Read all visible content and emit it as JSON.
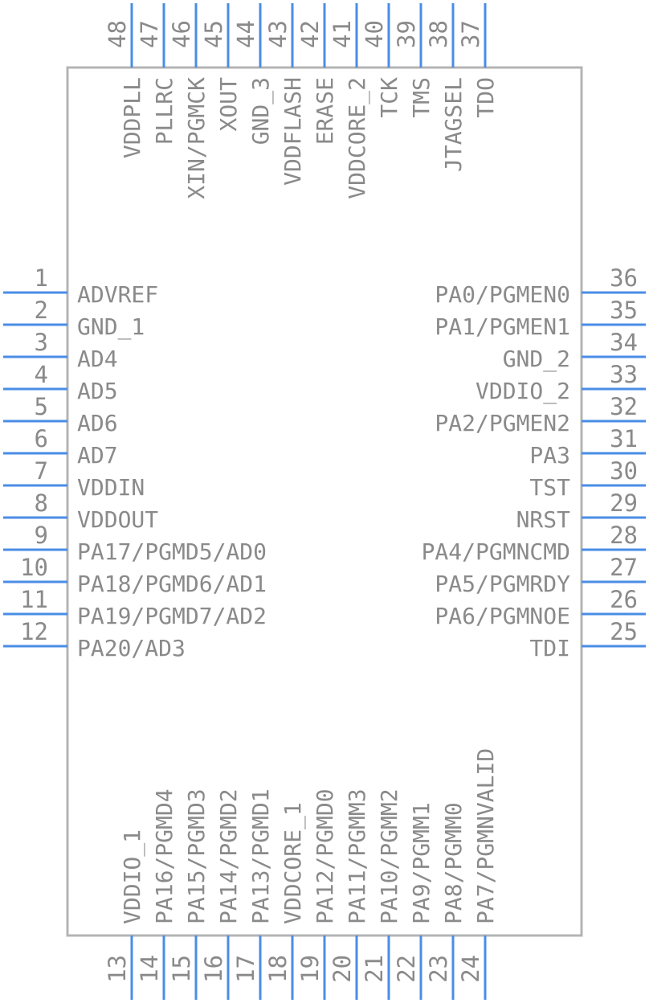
{
  "chip": {
    "left_pins": [
      {
        "num": "1",
        "name": "ADVREF"
      },
      {
        "num": "2",
        "name": "GND_1"
      },
      {
        "num": "3",
        "name": "AD4"
      },
      {
        "num": "4",
        "name": "AD5"
      },
      {
        "num": "5",
        "name": "AD6"
      },
      {
        "num": "6",
        "name": "AD7"
      },
      {
        "num": "7",
        "name": "VDDIN"
      },
      {
        "num": "8",
        "name": "VDDOUT"
      },
      {
        "num": "9",
        "name": "PA17/PGMD5/AD0"
      },
      {
        "num": "10",
        "name": "PA18/PGMD6/AD1"
      },
      {
        "num": "11",
        "name": "PA19/PGMD7/AD2"
      },
      {
        "num": "12",
        "name": "PA20/AD3"
      }
    ],
    "bottom_pins": [
      {
        "num": "13",
        "name": "VDDIO_1"
      },
      {
        "num": "14",
        "name": "PA16/PGMD4"
      },
      {
        "num": "15",
        "name": "PA15/PGMD3"
      },
      {
        "num": "16",
        "name": "PA14/PGMD2"
      },
      {
        "num": "17",
        "name": "PA13/PGMD1"
      },
      {
        "num": "18",
        "name": "VDDCORE_1"
      },
      {
        "num": "19",
        "name": "PA12/PGMD0"
      },
      {
        "num": "20",
        "name": "PA11/PGMM3"
      },
      {
        "num": "21",
        "name": "PA10/PGMM2"
      },
      {
        "num": "22",
        "name": "PA9/PGMM1"
      },
      {
        "num": "23",
        "name": "PA8/PGMM0"
      },
      {
        "num": "24",
        "name": "PA7/PGMNVALID"
      }
    ],
    "right_pins": [
      {
        "num": "25",
        "name": "TDI"
      },
      {
        "num": "26",
        "name": "PA6/PGMNOE"
      },
      {
        "num": "27",
        "name": "PA5/PGMRDY"
      },
      {
        "num": "28",
        "name": "PA4/PGMNCMD"
      },
      {
        "num": "29",
        "name": "NRST"
      },
      {
        "num": "30",
        "name": "TST"
      },
      {
        "num": "31",
        "name": "PA3"
      },
      {
        "num": "32",
        "name": "PA2/PGMEN2"
      },
      {
        "num": "33",
        "name": "VDDIO_2"
      },
      {
        "num": "34",
        "name": "GND_2"
      },
      {
        "num": "35",
        "name": "PA1/PGMEN1"
      },
      {
        "num": "36",
        "name": "PA0/PGMEN0"
      }
    ],
    "top_pins": [
      {
        "num": "37",
        "name": "TDO"
      },
      {
        "num": "38",
        "name": "JTAGSEL"
      },
      {
        "num": "39",
        "name": "TMS"
      },
      {
        "num": "40",
        "name": "TCK"
      },
      {
        "num": "41",
        "name": "VDDCORE_2"
      },
      {
        "num": "42",
        "name": "ERASE"
      },
      {
        "num": "43",
        "name": "VDDFLASH"
      },
      {
        "num": "44",
        "name": "GND_3"
      },
      {
        "num": "45",
        "name": "XOUT"
      },
      {
        "num": "46",
        "name": "XIN/PGMCK"
      },
      {
        "num": "47",
        "name": "PLLRC"
      },
      {
        "num": "48",
        "name": "VDDPLL"
      }
    ]
  },
  "colors": {
    "pin_line": "#4a8de6",
    "body_outline": "#b4b4b4",
    "text": "#8a8a8a"
  }
}
